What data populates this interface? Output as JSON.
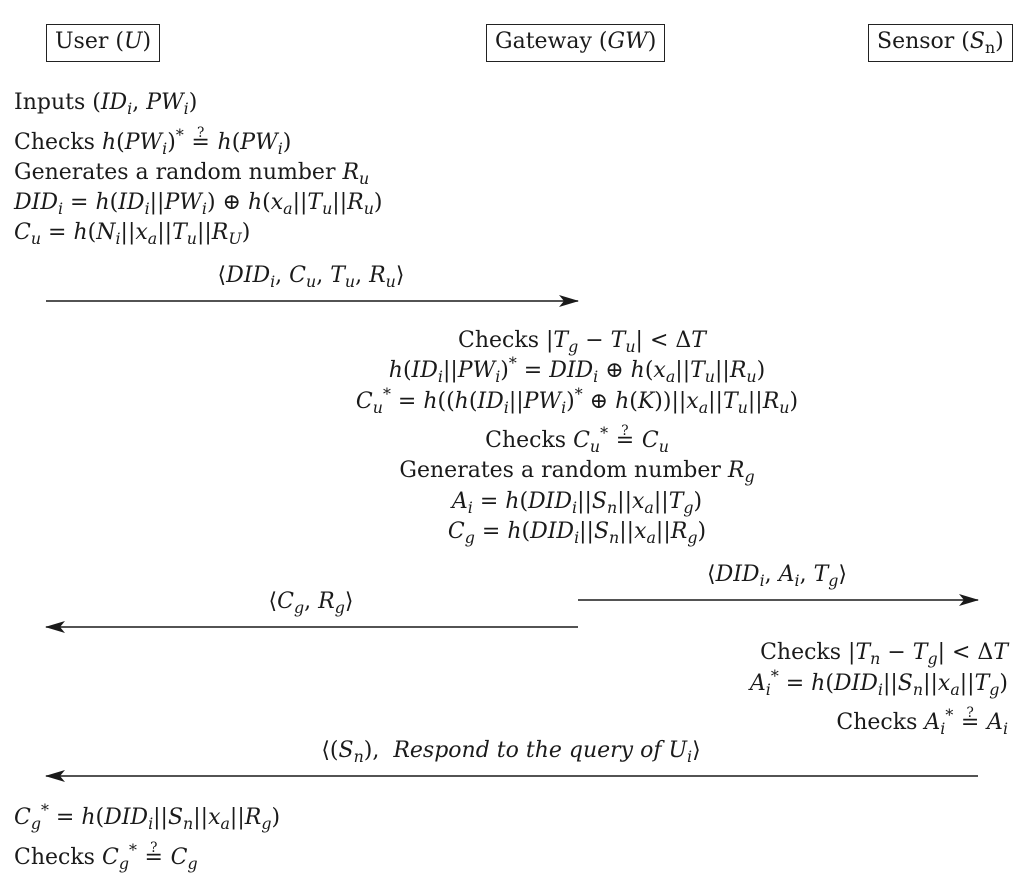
{
  "parties": {
    "user": "User (U)",
    "gateway": "Gateway (GW)",
    "sensor": "Sensor (Sn)"
  },
  "user_steps": [
    "Inputs (IDi, PWi)",
    "Checks h(PWi)* ?= h(PWi)",
    "Generates a random number Ru",
    "DIDi = h(IDi||PWi) ⊕ h(xa||Tu||Ru)",
    "Cu = h(Ni||xa||Tu||RU)"
  ],
  "messages": {
    "m1": "⟨DIDi, Cu, Tu, Ru⟩",
    "m2_to_sensor": "⟨DIDi, Ai, Tg⟩",
    "m2_to_user": "⟨Cg, Rg⟩",
    "m3": "⟨(Sn), Respond to the query of Ui⟩"
  },
  "gateway_steps": [
    "Checks |Tg − Tu| < ΔT",
    "h(IDi||PWi)* = DIDi ⊕ h(xa||Tu||Ru)",
    "Cu* = h((h(IDi||PWi)* ⊕ h(K))||xa||Tu||Ru)",
    "Checks Cu* ?= Cu",
    "Generates a random number Rg",
    "Ai = h(DIDi||Sn||xa||Tg)",
    "Cg = h(DIDi||Sn||xa||Rg)"
  ],
  "sensor_steps": [
    "Checks |Tn − Tg| < ΔT",
    "Ai* = h(DIDi||Sn||xa||Tg)",
    "Checks Ai* ?= Ai"
  ],
  "user_final_steps": [
    "Cg* = h(DIDi||Sn||xa||Rg)",
    "Checks Cg* ?= Cg"
  ],
  "colors": {
    "ink": "#1a1a1a",
    "background": "#ffffff"
  }
}
